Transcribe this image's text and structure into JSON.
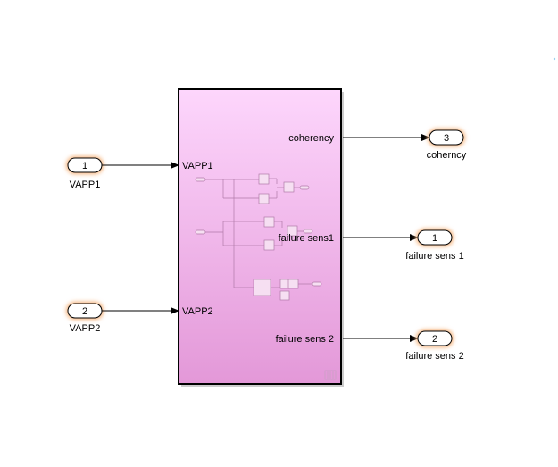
{
  "inports": [
    {
      "number": "1",
      "name": "VAPP1"
    },
    {
      "number": "2",
      "name": "VAPP2"
    }
  ],
  "outports": [
    {
      "number": "3",
      "name": "coherncy"
    },
    {
      "number": "1",
      "name": "failure sens 1"
    },
    {
      "number": "2",
      "name": "failure sens 2"
    }
  ],
  "subsystem": {
    "inputs": [
      "VAPP1",
      "VAPP2"
    ],
    "outputs": [
      "coherency",
      "failure sens1",
      "failure sens 2"
    ],
    "fill_top": "#fdd6fc",
    "fill_bottom": "#e398d8",
    "border": "#000000"
  },
  "port_glow": "#f5b27a"
}
